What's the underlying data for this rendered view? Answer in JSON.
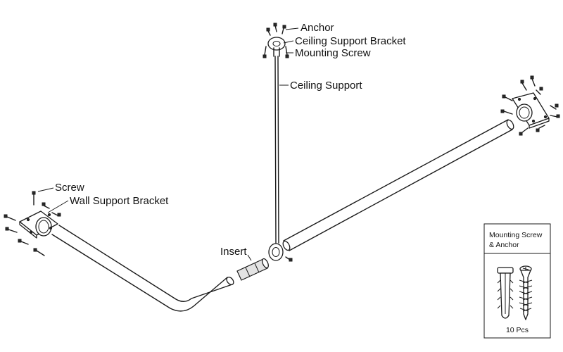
{
  "labels": {
    "anchor": "Anchor",
    "ceiling_support_bracket": "Ceiling Support Bracket",
    "mounting_screw": "Mounting Screw",
    "ceiling_support": "Ceiling Support",
    "screw": "Screw",
    "wall_support_bracket": "Wall Support Bracket",
    "insert": "Insert"
  },
  "inset": {
    "title_line1": "Mounting Screw",
    "title_line2": "& Anchor",
    "quantity": "10 Pcs"
  },
  "colors": {
    "line": "#1a1a1a",
    "fill": "#ffffff",
    "shade": "#e3e3e3"
  }
}
